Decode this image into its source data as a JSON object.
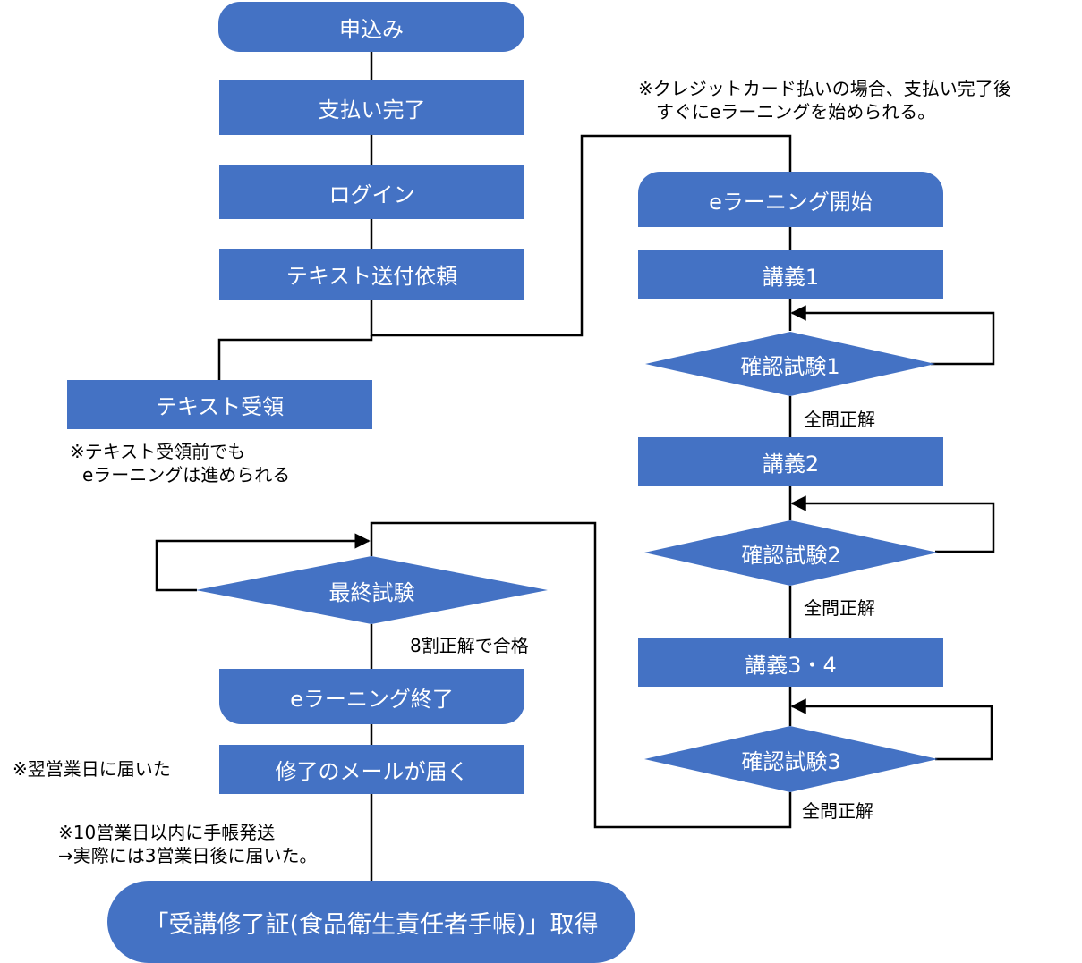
{
  "left": {
    "apply": "申込み",
    "payment_done": "支払い完了",
    "login": "ログイン",
    "request_text": "テキスト送付依頼",
    "receive_text": "テキスト受領",
    "final_exam": "最終試験",
    "elearning_end": "eラーニング終了",
    "completion_mail": "修了のメールが届く",
    "certificate": "「受講修了証(食品衛生責任者手帳)」取得"
  },
  "right": {
    "elearning_start": "eラーニング開始",
    "lecture1": "講義1",
    "quiz1": "確認試験1",
    "lecture2": "講義2",
    "quiz2": "確認試験2",
    "lecture34": "講義3・4",
    "quiz3": "確認試験3"
  },
  "labels": {
    "all_correct_1": "全問正解",
    "all_correct_2": "全問正解",
    "all_correct_3": "全問正解",
    "pass_criteria": "8割正解で合格"
  },
  "notes": {
    "credit_card_line1": "※クレジットカード払いの場合、支払い完了後",
    "credit_card_line2": "すぐにeラーニングを始められる。",
    "text_before_line1": "※テキスト受領前でも",
    "text_before_line2": "eラーニングは進められる",
    "next_day": "※翌営業日に届いた",
    "shipping_line1": "※10営業日以内に手帳発送",
    "shipping_line2": "→実際には3営業日後に届いた。"
  },
  "colors": {
    "shape_fill": "#4472C4",
    "shape_text": "#FFFFFF",
    "line": "#000000"
  }
}
